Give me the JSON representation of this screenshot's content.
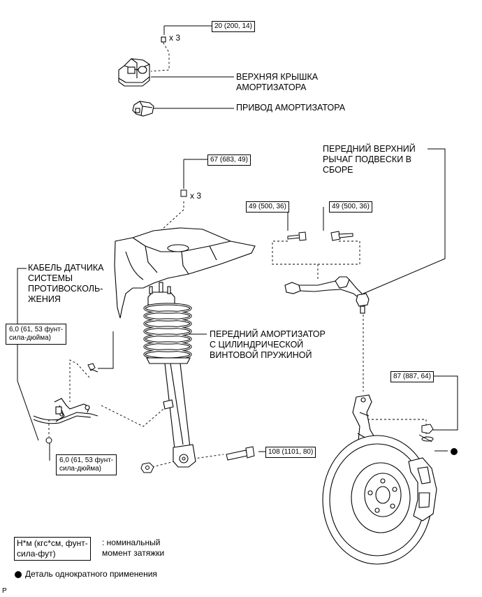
{
  "labels": {
    "upper_cover": [
      "ВЕРХНЯЯ КРЫШКА",
      "АМОРТИЗАТОРА"
    ],
    "actuator": "ПРИВОД АМОРТИЗАТОРА",
    "upper_arm": [
      "ПЕРЕДНИЙ ВЕРХНИЙ",
      "РЫЧАГ ПОДВЕСКИ В",
      "СБОРЕ"
    ],
    "sensor_cable": [
      "КАБЕЛЬ ДАТЧИКА",
      "СИСТЕМЫ",
      "ПРОТИВОСКОЛЬ-",
      "ЖЕНИЯ"
    ],
    "front_shock": [
      "ПЕРЕДНИЙ АМОРТИЗАТОР",
      "С ЦИЛИНДРИЧЕСКОЙ",
      "ВИНТОВОЙ ПРУЖИНОЙ"
    ]
  },
  "torques": {
    "t20": "20 (200, 14)",
    "t67": "67 (683, 49)",
    "t49a": "49 (500, 36)",
    "t49b": "49 (500, 36)",
    "t6a": [
      "6,0 (61, 53 фунт-",
      "сила-дюйма)"
    ],
    "t6b": [
      "6,0 (61, 53 фунт-",
      "сила-дюйма)"
    ],
    "t87": "87 (887, 64)",
    "t108": "108 (1101, 80)"
  },
  "multipliers": {
    "top": "x 3",
    "strut": "x 3"
  },
  "legend": {
    "unit_box": [
      "Н*м (кгс*см, фунт-",
      "сила-фут)"
    ],
    "unit_desc": [
      ": номинальный",
      "момент затяжки"
    ],
    "one_time": "Деталь однократного применения"
  },
  "corner_mark": "P"
}
